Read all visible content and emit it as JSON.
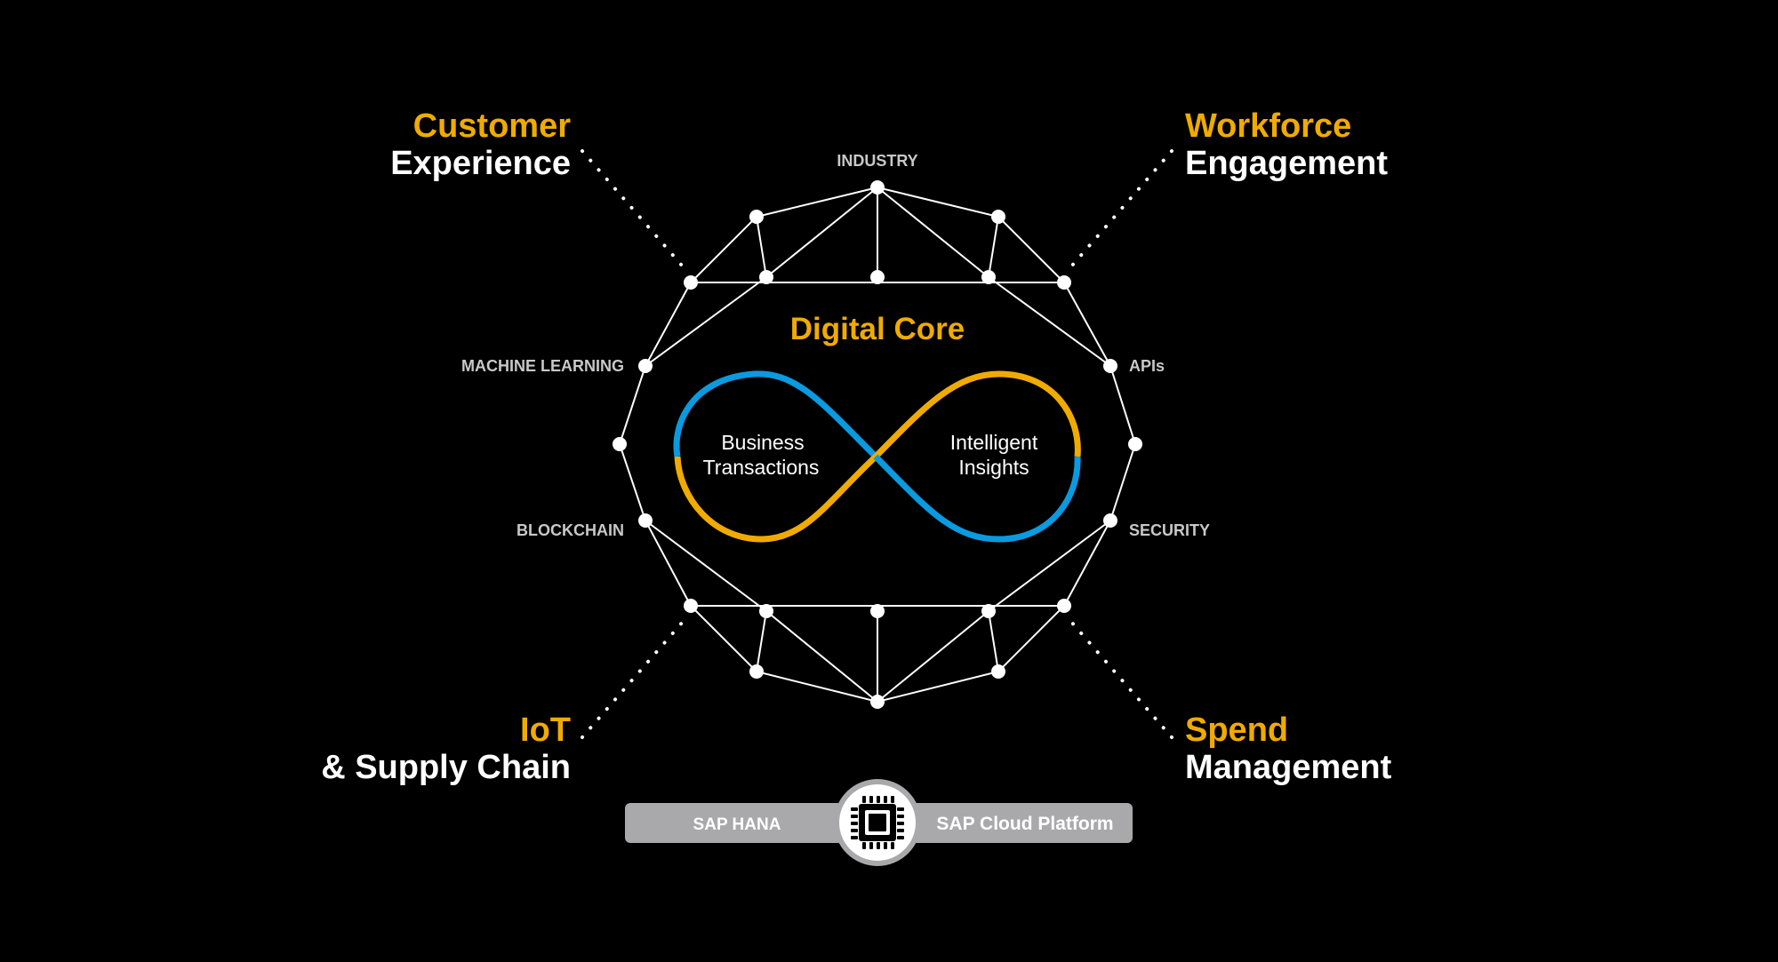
{
  "corners": {
    "top_left": {
      "line1": "Customer",
      "line2": "Experience"
    },
    "top_right": {
      "line1": "Workforce",
      "line2": "Engagement"
    },
    "bottom_left": {
      "line1": "IoT",
      "line2": "& Supply Chain"
    },
    "bottom_right": {
      "line1": "Spend",
      "line2": "Management"
    }
  },
  "ring_labels": {
    "industry": "INDUSTRY",
    "machine_learning": "MACHINE LEARNING",
    "apis": "APIs",
    "blockchain": "BLOCKCHAIN",
    "security": "SECURITY"
  },
  "core": {
    "title": "Digital Core",
    "left_line1": "Business",
    "left_line2": "Transactions",
    "right_line1": "Intelligent",
    "right_line2": "Insights"
  },
  "platform": {
    "left": "SAP HANA",
    "right": "SAP Cloud Platform"
  },
  "colors": {
    "background": "#000000",
    "accent_gold": "#f0ab00",
    "accent_blue": "#0a9ae0",
    "text_white": "#ffffff",
    "label_gray": "#c8c8c8",
    "bar_gray": "#b0b0b0"
  }
}
